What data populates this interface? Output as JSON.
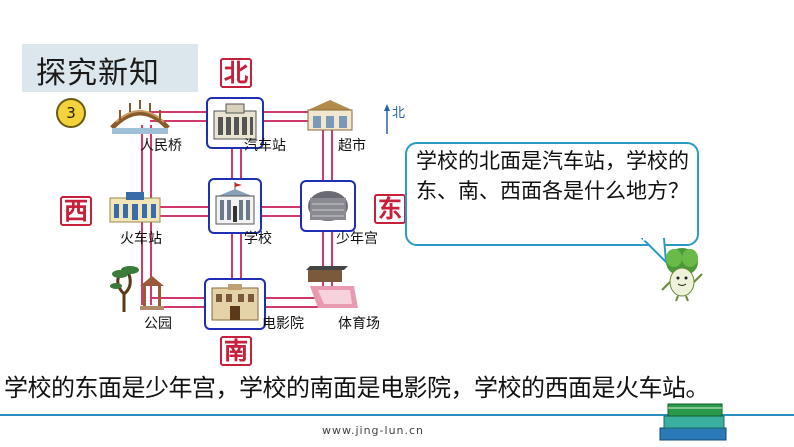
{
  "header": {
    "title": "探究新知"
  },
  "compass": {
    "north": "北",
    "west": "西",
    "east": "东",
    "south": "南"
  },
  "example_number": "3",
  "north_indicator": "北",
  "places": {
    "bridge": "人民桥",
    "bus_station": "汽车站",
    "supermarket": "超市",
    "train_station": "火车站",
    "school": "学校",
    "youth_palace": "少年宫",
    "park": "公园",
    "cinema": "电影院",
    "stadium": "体育场"
  },
  "question": "学校的北面是汽车站，学校的东、南、西面各是什么地方？",
  "answer": "学校的东面是少年宫，学校的南面是电影院，学校的西面是火车站。",
  "footer": {
    "url": "www.jing-lun.cn"
  },
  "colors": {
    "road": "#d03a6b",
    "frame": "#1f2fb4",
    "stamp": "#c7203b",
    "bubble_border": "#2a9bc2",
    "rule": "#2a8fc0"
  }
}
